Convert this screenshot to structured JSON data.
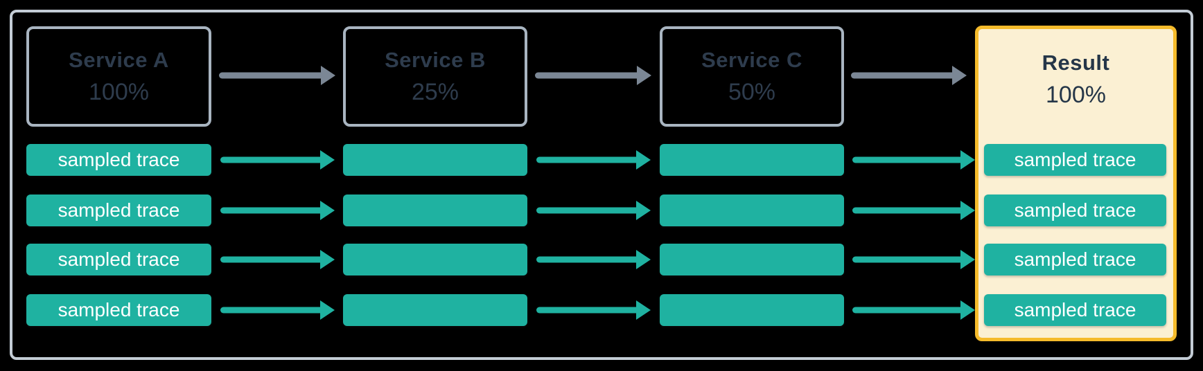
{
  "diagram": {
    "description": "sampling flow diagram",
    "services": [
      {
        "name": "Service A",
        "sample_rate": "100%"
      },
      {
        "name": "Service B",
        "sample_rate": "25%"
      },
      {
        "name": "Service C",
        "sample_rate": "50%"
      }
    ],
    "result": {
      "name": "Result",
      "sample_rate": "100%"
    },
    "trace_pill_label": "sampled trace",
    "trace_rows": 4,
    "colors": {
      "background": "#000000",
      "outer_border": "#c3ccd5",
      "service_border": "#a9b5c1",
      "service_text": "#2e3c4d",
      "arrow_gray": "#7b8795",
      "teal": "#1fb2a1",
      "pill_text": "#ffffff",
      "result_border": "#f5bb2b",
      "result_background": "#fbf0d3"
    }
  }
}
